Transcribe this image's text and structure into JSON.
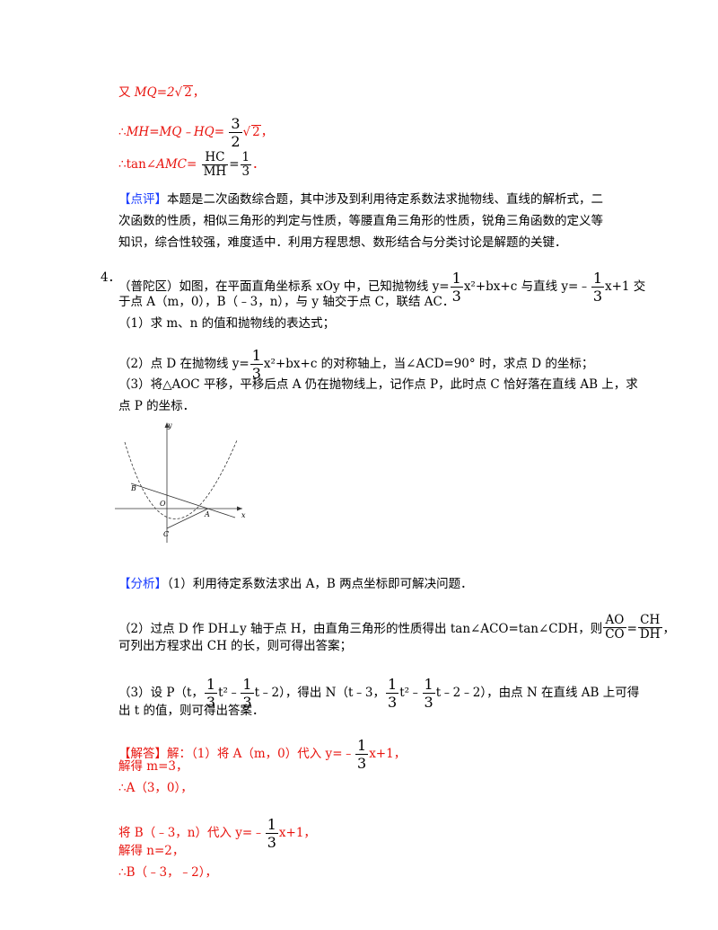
{
  "top": {
    "l1_pre": "又",
    "l1_expr": "MQ=2",
    "l1_rad": "2",
    "l1_post": "，",
    "l2_pre": "∴",
    "l2_expr": "MH=MQ﹣HQ=",
    "l2_num": "3",
    "l2_den": "2",
    "l2_rad": "2",
    "l2_post": "，",
    "l3_pre": "∴tan∠",
    "l3_expr": "AMC=",
    "l3_fnum": "HC",
    "l3_fden": "MH",
    "l3_eq": "=",
    "l3_num": "1",
    "l3_den": "3",
    "l3_post": "．"
  },
  "comment": {
    "tag": "【点评】",
    "l1": "本题是二次函数综合题，其中涉及到利用待定系数法求抛物线、直线的解析式，二",
    "l2": "次函数的性质，相似三角形的判定与性质，等腰直角三角形的性质，锐角三角函数的定义等",
    "l3": "知识，综合性较强，难度适中．利用方程思想、数形结合与分类讨论是解题的关键．"
  },
  "problem": {
    "num": "4．",
    "p1a": "（普陀区）如图，在平面直角坐标系 xOy 中，已知抛物线 y=",
    "p1_num": "1",
    "p1_den": "3",
    "p1b": "x²+bx+c 与直线 y=﹣",
    "p1_num2": "1",
    "p1_den2": "3",
    "p1c": "x+1 交",
    "p2": "于点 A（m，0），B（﹣3，n），与 y 轴交于点 C，联结 AC．",
    "q1": "（1）求 m、n 的值和抛物线的表达式；",
    "q2a": "（2）点 D 在抛物线 y=",
    "q2_num": "1",
    "q2_den": "3",
    "q2b": "x²+bx+c 的对称轴上，当∠ACD=90° 时，求点 D 的坐标；",
    "q3a": "（3）将△AOC 平移，平移后点 A 仍在抛物线上，记作点 P，此时点 C 恰好落在直线 AB 上，求",
    "q3b": "点 P 的坐标．"
  },
  "figure": {
    "label_y": "y",
    "label_x": "x",
    "label_b": "B",
    "label_o": "O",
    "label_a": "A",
    "label_c": "C"
  },
  "analysis": {
    "tag": "【分析】",
    "a1": "（1）利用待定系数法求出 A，B 两点坐标即可解决问题．",
    "a2a": "（2）过点 D 作 DH⊥y 轴于点 H，由直角三角形的性质得出 tan∠ACO=tan∠CDH，则",
    "a2_fnum1": "AO",
    "a2_fden1": "CO",
    "a2_eq": "=",
    "a2_fnum2": "CH",
    "a2_fden2": "DH",
    "a2_post": "，",
    "a2b": "可列出方程求出 CH 的长，则可得出答案；",
    "a3a": "（3）设 P（t，",
    "a3_n1": "1",
    "a3_d1": "3",
    "a3_m1": "t²﹣",
    "a3_n2": "1",
    "a3_d2": "3",
    "a3_m2": "t﹣2），得出 N（t﹣3，",
    "a3_n3": "1",
    "a3_d3": "3",
    "a3_m3": "t²﹣",
    "a3_n4": "1",
    "a3_d4": "3",
    "a3_m4": "t﹣2﹣2），由点 N 在直线 AB 上可得",
    "a3b": "出 t 的值，则可得出答案．"
  },
  "solution": {
    "tag": "【解答】",
    "s1a": "解：（1）将 A（m，0）代入 y=﹣",
    "s1_num": "1",
    "s1_den": "3",
    "s1b": "x+1，",
    "s2": "解得 m=3，",
    "s3": "∴A（3，0），",
    "s4a": "将 B（﹣3，n）代入 y=﹣",
    "s4_num": "1",
    "s4_den": "3",
    "s4b": "x+1，",
    "s5": "解得 n=2，",
    "s6": "∴B（﹣3，﹣2），"
  }
}
